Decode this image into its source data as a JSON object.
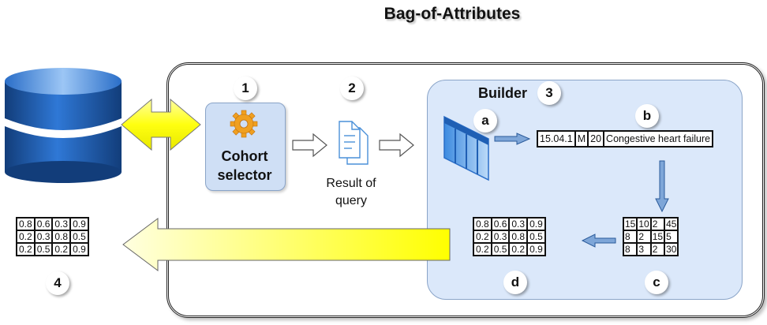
{
  "title": "Bag-of-Attributes",
  "cohort_selector": {
    "label_line1": "Cohort",
    "label_line2": "selector"
  },
  "result_of_query": {
    "line1": "Result of",
    "line2": "query"
  },
  "builder": {
    "label": "Builder"
  },
  "badges": {
    "n1": "1",
    "n2": "2",
    "n3": "3",
    "n4": "4",
    "a": "a",
    "b": "b",
    "c": "c",
    "d": "d"
  },
  "record": [
    "15.04.1",
    "M",
    "20",
    "Congestive heart failure"
  ],
  "matrix_c": [
    [
      "15",
      "10",
      "2",
      "45"
    ],
    [
      "8",
      "2",
      "15",
      "5"
    ],
    [
      "8",
      "3",
      "2",
      "30"
    ]
  ],
  "matrix_d": [
    [
      "0.8",
      "0.6",
      "0.3",
      "0.9"
    ],
    [
      "0.2",
      "0.3",
      "0.8",
      "0.5"
    ],
    [
      "0.2",
      "0.5",
      "0.2",
      "0.9"
    ]
  ],
  "matrix_output": [
    [
      "0.8",
      "0.6",
      "0.3",
      "0.9"
    ],
    [
      "0.2",
      "0.3",
      "0.8",
      "0.5"
    ],
    [
      "0.2",
      "0.5",
      "0.2",
      "0.9"
    ]
  ],
  "icons": {
    "database": "database-icon",
    "gear": "gear-icon",
    "document": "document-stack-icon",
    "table": "table-icon"
  },
  "colors": {
    "builder_fill": "#dbe8fa",
    "cohort_fill": "#cfdff5",
    "db_blue": "#1f5fb4",
    "arrow_yellow": "#ffff00",
    "gear_orange": "#f0a020"
  }
}
